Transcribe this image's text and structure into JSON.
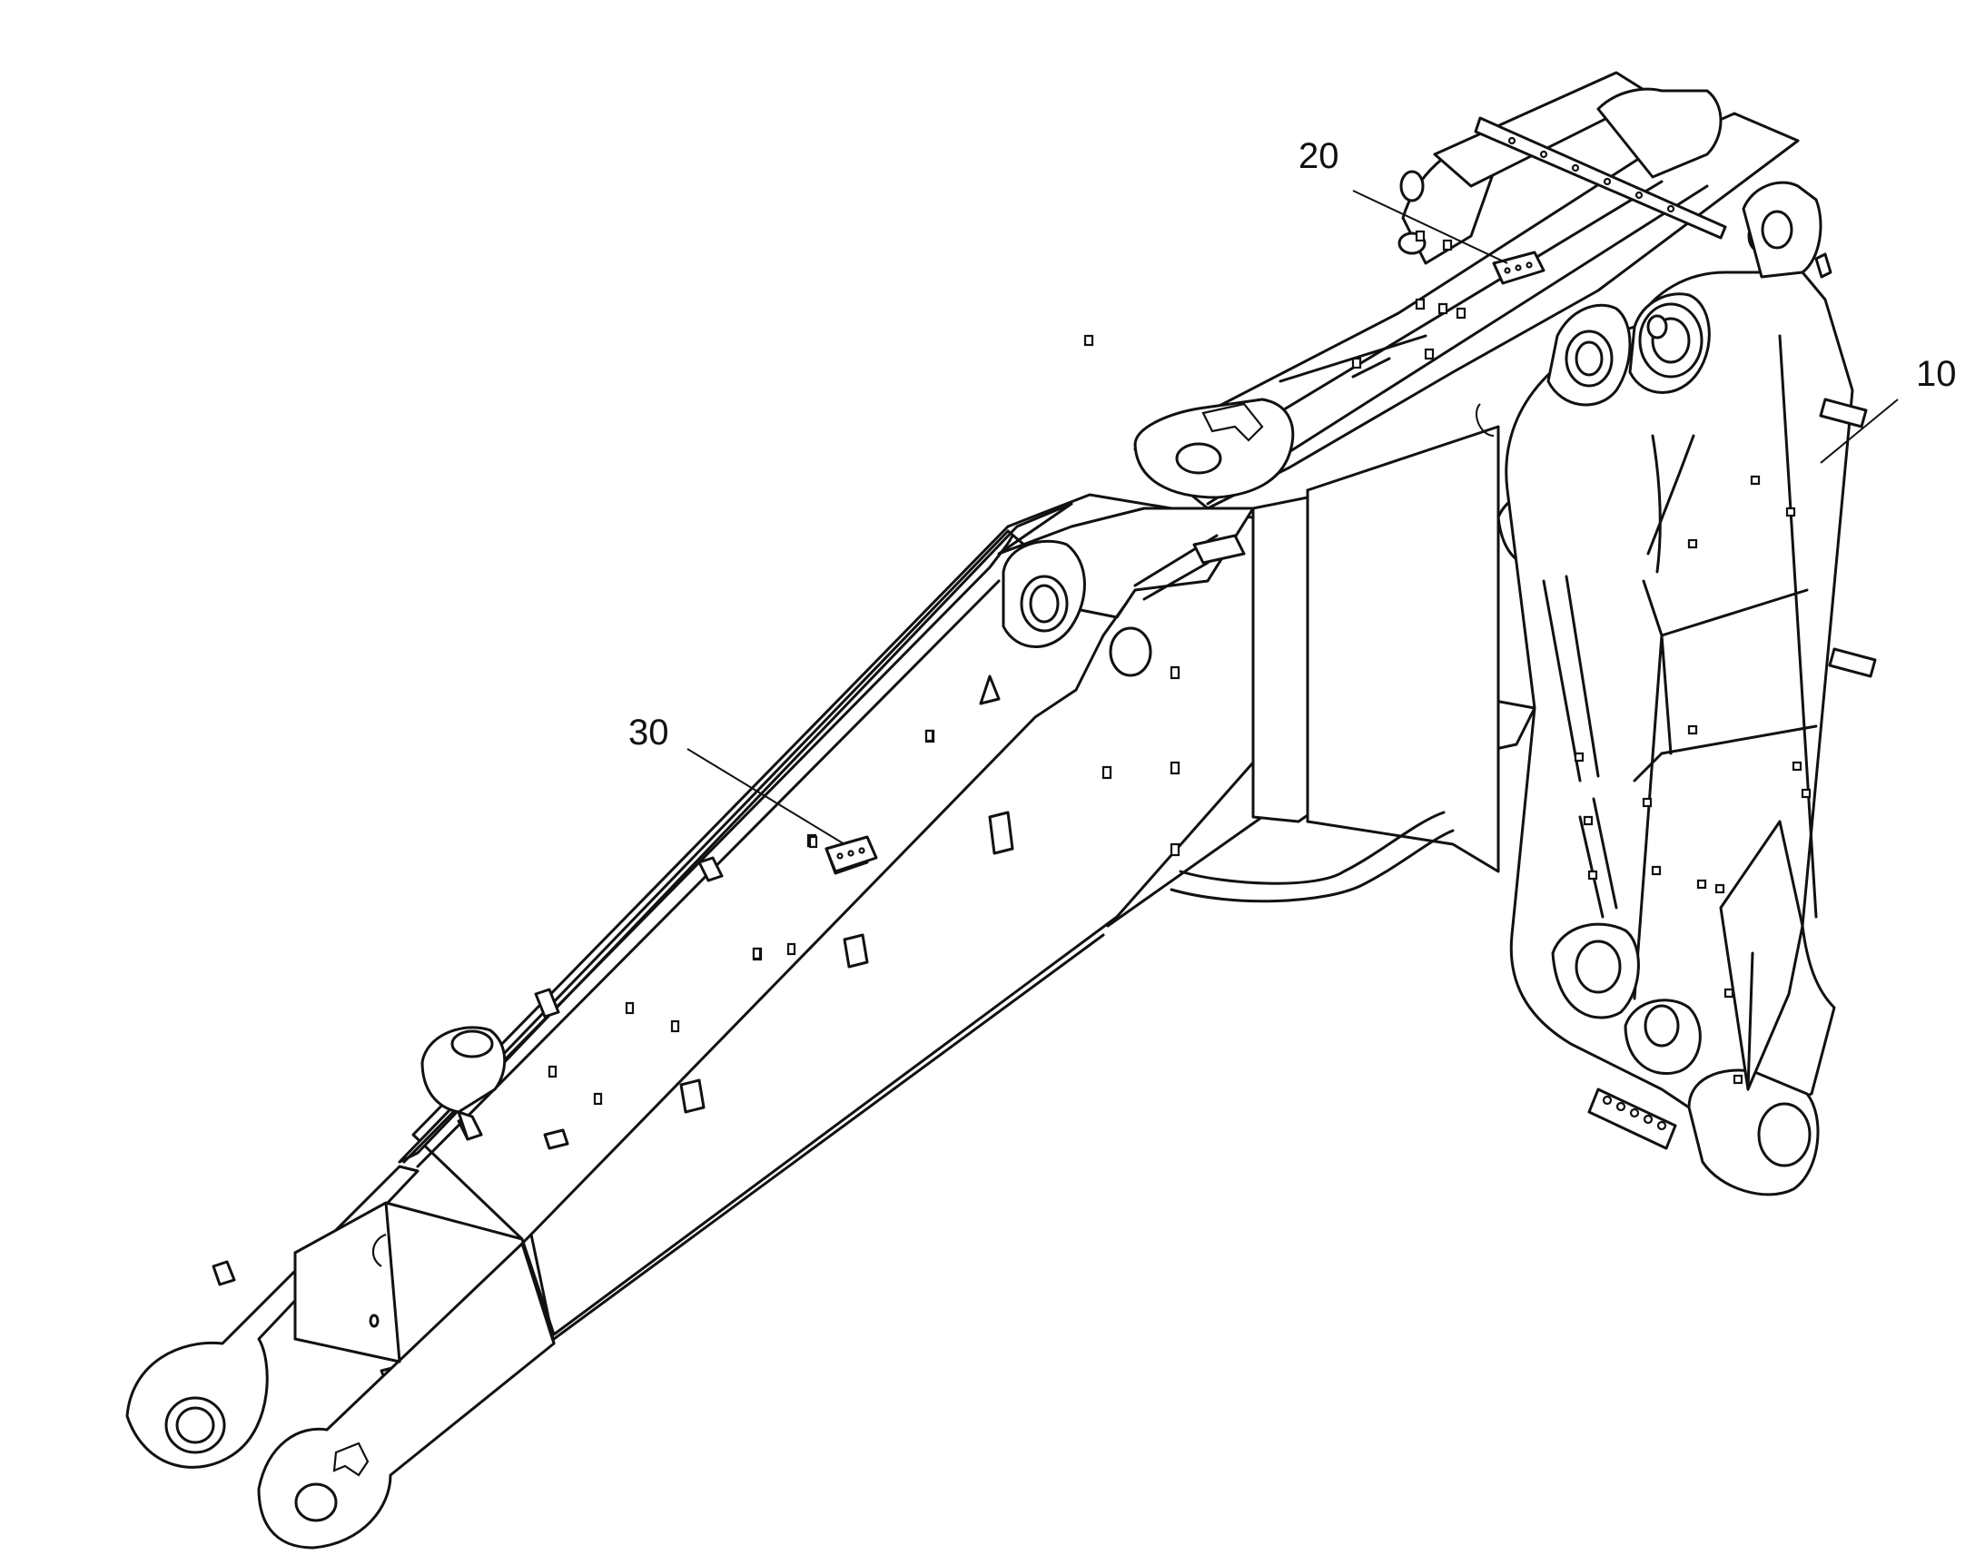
{
  "diagram": {
    "parts": [
      {
        "callout": "10",
        "part": "arm-assembly"
      },
      {
        "callout": "20",
        "part": "bracket-top"
      },
      {
        "callout": "30",
        "part": "bracket-arm"
      }
    ]
  }
}
